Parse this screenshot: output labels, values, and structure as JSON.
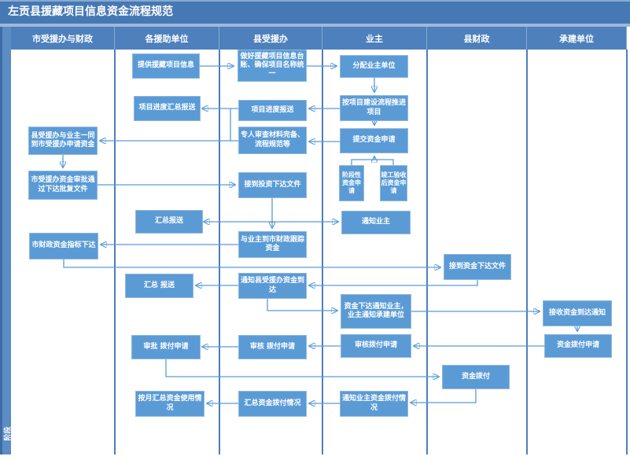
{
  "title": "左贡县援藏项目信息资金流程规范",
  "stage_label": "阶段",
  "lanes": [
    "市受援办与财政",
    "各援助单位",
    "县受援办",
    "业主",
    "县财政",
    "承建单位"
  ],
  "nodes": [
    {
      "id": "n1",
      "lane": "各援助单位",
      "label": "提供援藏项目信息"
    },
    {
      "id": "n2",
      "lane": "县受援办",
      "label": "做好援藏项目信息台账、确保项目名称统一"
    },
    {
      "id": "n3",
      "lane": "业主",
      "label": "分配业主单位"
    },
    {
      "id": "n4",
      "lane": "业主",
      "label": "按项目建设流程推进项目"
    },
    {
      "id": "n5",
      "lane": "县受援办",
      "label": "项目进度报送"
    },
    {
      "id": "n6",
      "lane": "各援助单位",
      "label": "项目进度汇总报送"
    },
    {
      "id": "n7",
      "lane": "业主",
      "label": "提交资金申请"
    },
    {
      "id": "n8",
      "lane": "业主",
      "label": "阶段性资金申请"
    },
    {
      "id": "n9",
      "lane": "业主",
      "label": "竣工验收后资金申请"
    },
    {
      "id": "n10",
      "lane": "县受援办",
      "label": "专人审查材料完备、流程规范等"
    },
    {
      "id": "n11",
      "lane": "市受援办与财政",
      "label": "县受援办与业主一同到市受援办申请资金"
    },
    {
      "id": "n12",
      "lane": "市受援办与财政",
      "label": "市受援办资金审批通过下达批复文件"
    },
    {
      "id": "n13",
      "lane": "县受援办",
      "label": "接到投资下达文件"
    },
    {
      "id": "n14",
      "lane": "各援助单位",
      "label": "汇总报送"
    },
    {
      "id": "n15",
      "lane": "业主",
      "label": "通知业主"
    },
    {
      "id": "n16",
      "lane": "县受援办",
      "label": "与业主到市财政跟踪资金"
    },
    {
      "id": "n17",
      "lane": "市受援办与财政",
      "label": "市财政资金指标下达"
    },
    {
      "id": "n18",
      "lane": "县财政",
      "label": "接到资金下达文件"
    },
    {
      "id": "n19",
      "lane": "县受援办",
      "label": "通知县受援办资金到达"
    },
    {
      "id": "n20",
      "lane": "各援助单位",
      "label": "汇总 报送"
    },
    {
      "id": "n21",
      "lane": "业主",
      "label": "资金下达通知业主，业主通知承建单位"
    },
    {
      "id": "n22",
      "lane": "承建单位",
      "label": "接收资金到达通知"
    },
    {
      "id": "n23",
      "lane": "承建单位",
      "label": "资金拨付申请"
    },
    {
      "id": "n24",
      "lane": "业主",
      "label": "审核拨付申请"
    },
    {
      "id": "n25",
      "lane": "县受援办",
      "label": "审核 拨付申请"
    },
    {
      "id": "n26",
      "lane": "各援助单位",
      "label": "审批 拨付申请"
    },
    {
      "id": "n27",
      "lane": "县财政",
      "label": "资金拨付"
    },
    {
      "id": "n28",
      "lane": "业主",
      "label": "通知业主资金拨付情况"
    },
    {
      "id": "n29",
      "lane": "县受援办",
      "label": "汇总资金拨付情况"
    },
    {
      "id": "n30",
      "lane": "各援助单位",
      "label": "按月汇总资金使用情况"
    }
  ],
  "edges": [
    [
      "n1",
      "n2"
    ],
    [
      "n2",
      "n3"
    ],
    [
      "n3",
      "n4"
    ],
    [
      "n4",
      "n7"
    ],
    [
      "n4",
      "n5"
    ],
    [
      "n5",
      "n6"
    ],
    [
      "n8",
      "n7"
    ],
    [
      "n9",
      "n7"
    ],
    [
      "n7",
      "n10"
    ],
    [
      "n10",
      "n11"
    ],
    [
      "n11",
      "n12"
    ],
    [
      "n12",
      "n13"
    ],
    [
      "n13",
      "n14"
    ],
    [
      "n13",
      "n15"
    ],
    [
      "n13",
      "n16"
    ],
    [
      "n16",
      "n17"
    ],
    [
      "n17",
      "n18"
    ],
    [
      "n18",
      "n19"
    ],
    [
      "n19",
      "n20"
    ],
    [
      "n19",
      "n21"
    ],
    [
      "n21",
      "n22"
    ],
    [
      "n22",
      "n23"
    ],
    [
      "n23",
      "n24"
    ],
    [
      "n24",
      "n25"
    ],
    [
      "n25",
      "n26"
    ],
    [
      "n26",
      "n27"
    ],
    [
      "n27",
      "n28"
    ],
    [
      "n28",
      "n29"
    ],
    [
      "n29",
      "n30"
    ]
  ],
  "colors": {
    "title_bar": "#4678b4",
    "lane_header": "#4d80bc",
    "stage_strip": "#5b8cc4",
    "lane_line": "#4d7fbb",
    "node_fill": "#5b9bd5",
    "node_border": "#90b8dd",
    "arrow": "#5b9bd5",
    "text": "#ffffff"
  }
}
